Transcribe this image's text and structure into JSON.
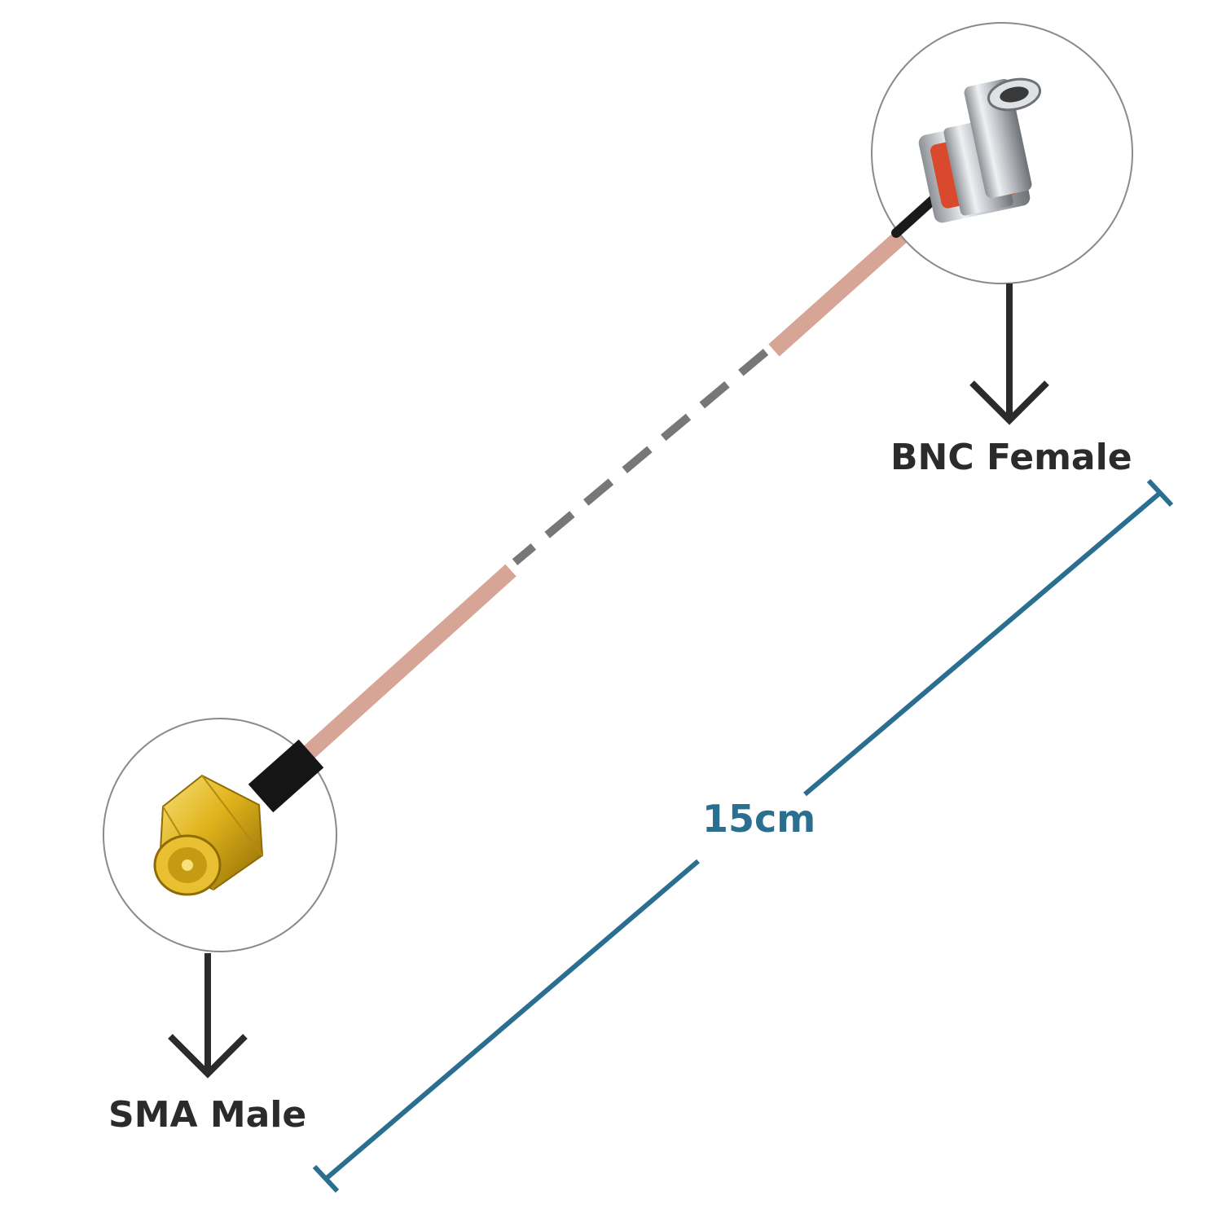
{
  "labels": {
    "bnc": "BNC Female",
    "sma": "SMA Male",
    "length": "15cm"
  },
  "colors": {
    "background": "#ffffff",
    "label_text": "#2b2b2b",
    "length_text": "#2a6f8f",
    "dimension_line": "#2a6f8f",
    "cable_jacket": "#d6a596",
    "cable_omitted_dash": "#777777",
    "circle_outline": "#8a8a8a",
    "arrow": "#2b2b2b",
    "sma_gold": "#e0b31c",
    "bnc_silver": "#c9ccd0",
    "bnc_gasket": "#d8492e"
  },
  "icons": {
    "down_arrow": "arrow-down-icon",
    "sma_connector": "sma-male-connector-icon",
    "bnc_connector": "bnc-female-connector-icon"
  }
}
